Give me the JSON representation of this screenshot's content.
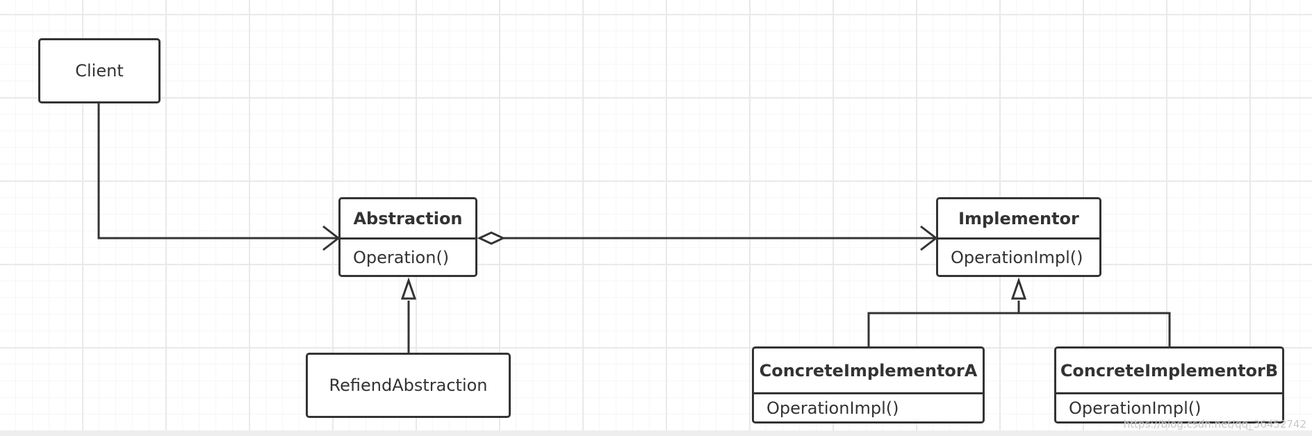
{
  "client": {
    "label": "Client"
  },
  "abstraction": {
    "name": "Abstraction",
    "operation": "Operation()"
  },
  "refined_abstraction": {
    "label": "RefiendAbstraction"
  },
  "implementor": {
    "name": "Implementor",
    "operation": "OperationImpl()"
  },
  "concrete_a": {
    "name": "ConcreteImplementorA",
    "operation": "OperationImpl()"
  },
  "concrete_b": {
    "name": "ConcreteImplementorB",
    "operation": "OperationImpl()"
  },
  "watermark": "https://blog.csdn.net/qq_36452742",
  "colors": {
    "stroke": "#333333",
    "grid": "#e9e9e9",
    "background": "#ffffff"
  }
}
